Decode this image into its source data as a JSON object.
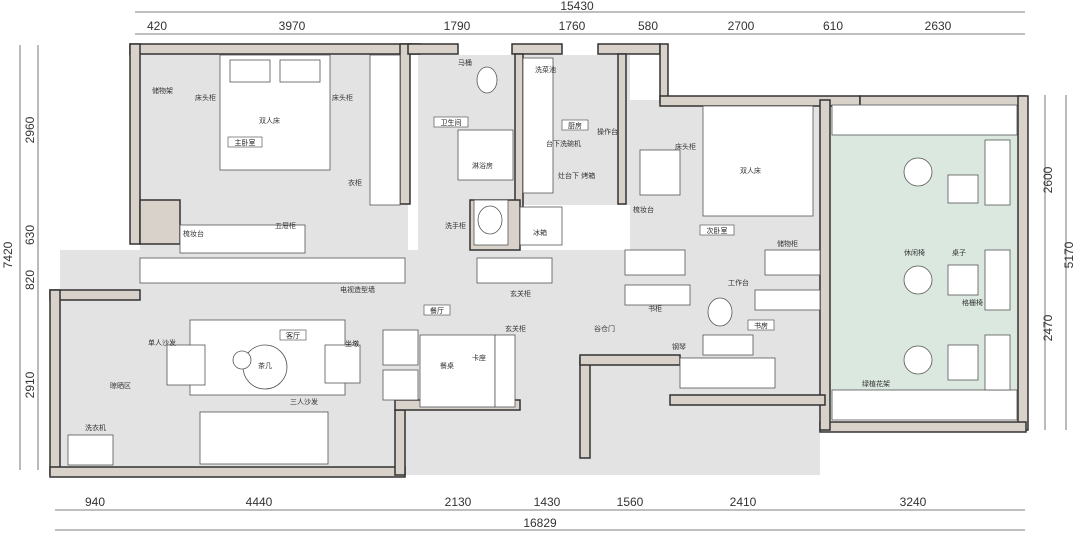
{
  "dimensions": {
    "top_total": "15430",
    "top": [
      "420",
      "3970",
      "1790",
      "1760",
      "580",
      "2700",
      "610",
      "2630"
    ],
    "bottom_total": "16829",
    "bottom": [
      "940",
      "4440",
      "2130",
      "1430",
      "1560",
      "2410",
      "3240"
    ],
    "left_total": "7420",
    "left": [
      "2960",
      "630",
      "820",
      "2910"
    ],
    "right_total": "5170",
    "right": [
      "2600",
      "2470"
    ]
  },
  "rooms": {
    "master_bedroom": "主卧室",
    "bathroom": "卫生间",
    "kitchen": "厨房",
    "second_bedroom": "次卧室",
    "living_room": "客厅",
    "dining": "餐厅",
    "study": "书房"
  },
  "labels": {
    "storage_rack": "储物架",
    "bedside_left": "床头柜",
    "bedside_right": "床头柜",
    "double_bed": "双人床",
    "wardrobe": "衣柜",
    "dresser": "梳妆台",
    "drawer_cabinet": "五屉柜",
    "toilet": "马桶",
    "shower": "淋浴房",
    "wash_basin": "洗手柜",
    "sink": "洗菜池",
    "counter": "操作台",
    "dishwasher": "台下洗碗机",
    "oven": "灶台下\n烤箱",
    "fridge": "冰箱",
    "bedside_2": "床头柜",
    "double_bed_2": "双人床",
    "dresser_2": "梳妆台",
    "storage_cab": "储物柜",
    "tv_wall": "电视造型墙",
    "entry_cab": "玄关柜",
    "entry_cab_2": "玄关柜",
    "grain_door": "谷仓门",
    "bookcase": "书柜",
    "workbench": "工作台",
    "piano": "钢琴",
    "single_sofa": "单人沙发",
    "coffee_table": "茶几",
    "ottoman": "坐墩",
    "three_sofa": "三人沙发",
    "dining_table": "餐桌",
    "booth": "卡座",
    "storage_area": "晾晒区",
    "washer": "洗衣机",
    "lounge_chair": "休闲椅",
    "table": "桌子",
    "lounge_chair_2": "格栅椅",
    "planter": "绿植花架"
  }
}
